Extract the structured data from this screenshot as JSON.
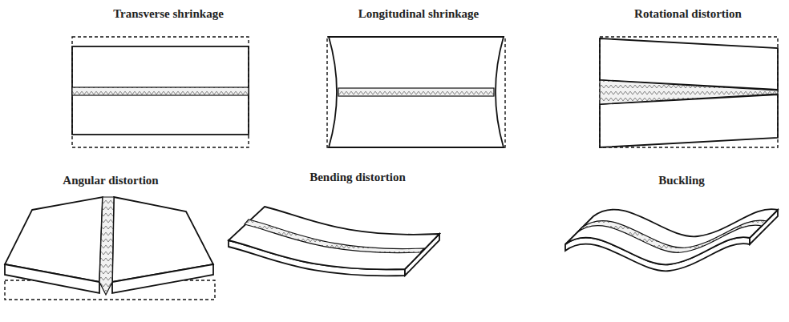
{
  "diagram": {
    "labels": [
      "Transverse shrinkage",
      "Longitudinal shrinkage",
      "Rotational distortion",
      "Angular distortion",
      "Bending distortion",
      "Buckling"
    ]
  }
}
